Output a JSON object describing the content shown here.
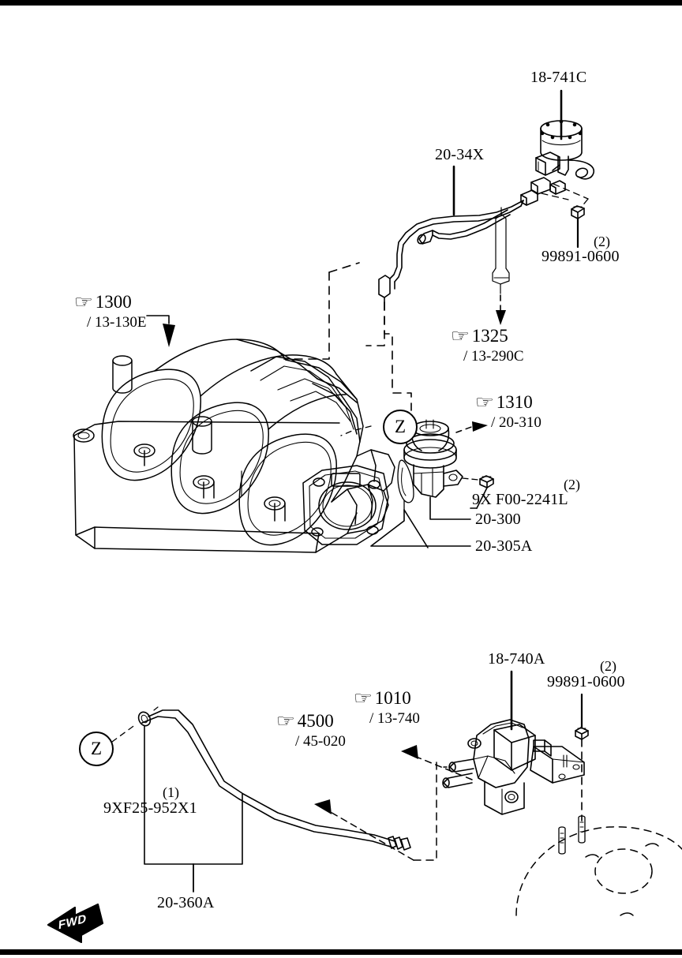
{
  "document": {
    "type": "parts-catalog-illustration",
    "subject": "EGR system / intake manifold",
    "direction_marker": "FWD"
  },
  "icons": {
    "hand": "☞",
    "hand_name": "pointing-hand-icon"
  },
  "markers": {
    "z_upper": "Z",
    "z_lower": "Z"
  },
  "upper_figure": {
    "labels": [
      {
        "id": "l-18-741c",
        "part": "18-741C",
        "sub": "",
        "qty": "",
        "hand": false
      },
      {
        "id": "l-20-34x",
        "part": "20-34X",
        "sub": "",
        "qty": "",
        "hand": false
      },
      {
        "id": "l-99891a",
        "part": "99891-0600",
        "sub": "",
        "qty": "(2)",
        "hand": false
      },
      {
        "id": "l-1300",
        "part": "1300",
        "sub": "/ 13-130E",
        "qty": "",
        "hand": true
      },
      {
        "id": "l-1325",
        "part": "1325",
        "sub": "/ 13-290C",
        "qty": "",
        "hand": true
      },
      {
        "id": "l-1310",
        "part": "1310",
        "sub": "/ 20-310",
        "qty": "",
        "hand": true
      },
      {
        "id": "l-9xf00",
        "part": "9X F00-2241L",
        "sub": "",
        "qty": "(2)",
        "hand": false
      },
      {
        "id": "l-20-300",
        "part": "20-300",
        "sub": "",
        "qty": "",
        "hand": false
      },
      {
        "id": "l-20-305a",
        "part": "20-305A",
        "sub": "",
        "qty": "",
        "hand": false
      }
    ]
  },
  "lower_figure": {
    "labels": [
      {
        "id": "l-18-740a",
        "part": "18-740A",
        "sub": "",
        "qty": "",
        "hand": false
      },
      {
        "id": "l-99891b",
        "part": "99891-0600",
        "sub": "",
        "qty": "(2)",
        "hand": false
      },
      {
        "id": "l-1010",
        "part": "1010",
        "sub": "/ 13-740",
        "qty": "",
        "hand": true
      },
      {
        "id": "l-4500",
        "part": "4500",
        "sub": "/ 45-020",
        "qty": "",
        "hand": true
      },
      {
        "id": "l-9xf25",
        "part": "9XF25-952X1",
        "sub": "",
        "qty": "(1)",
        "hand": false
      },
      {
        "id": "l-20-360a",
        "part": "20-360A",
        "sub": "",
        "qty": "",
        "hand": false
      }
    ]
  }
}
